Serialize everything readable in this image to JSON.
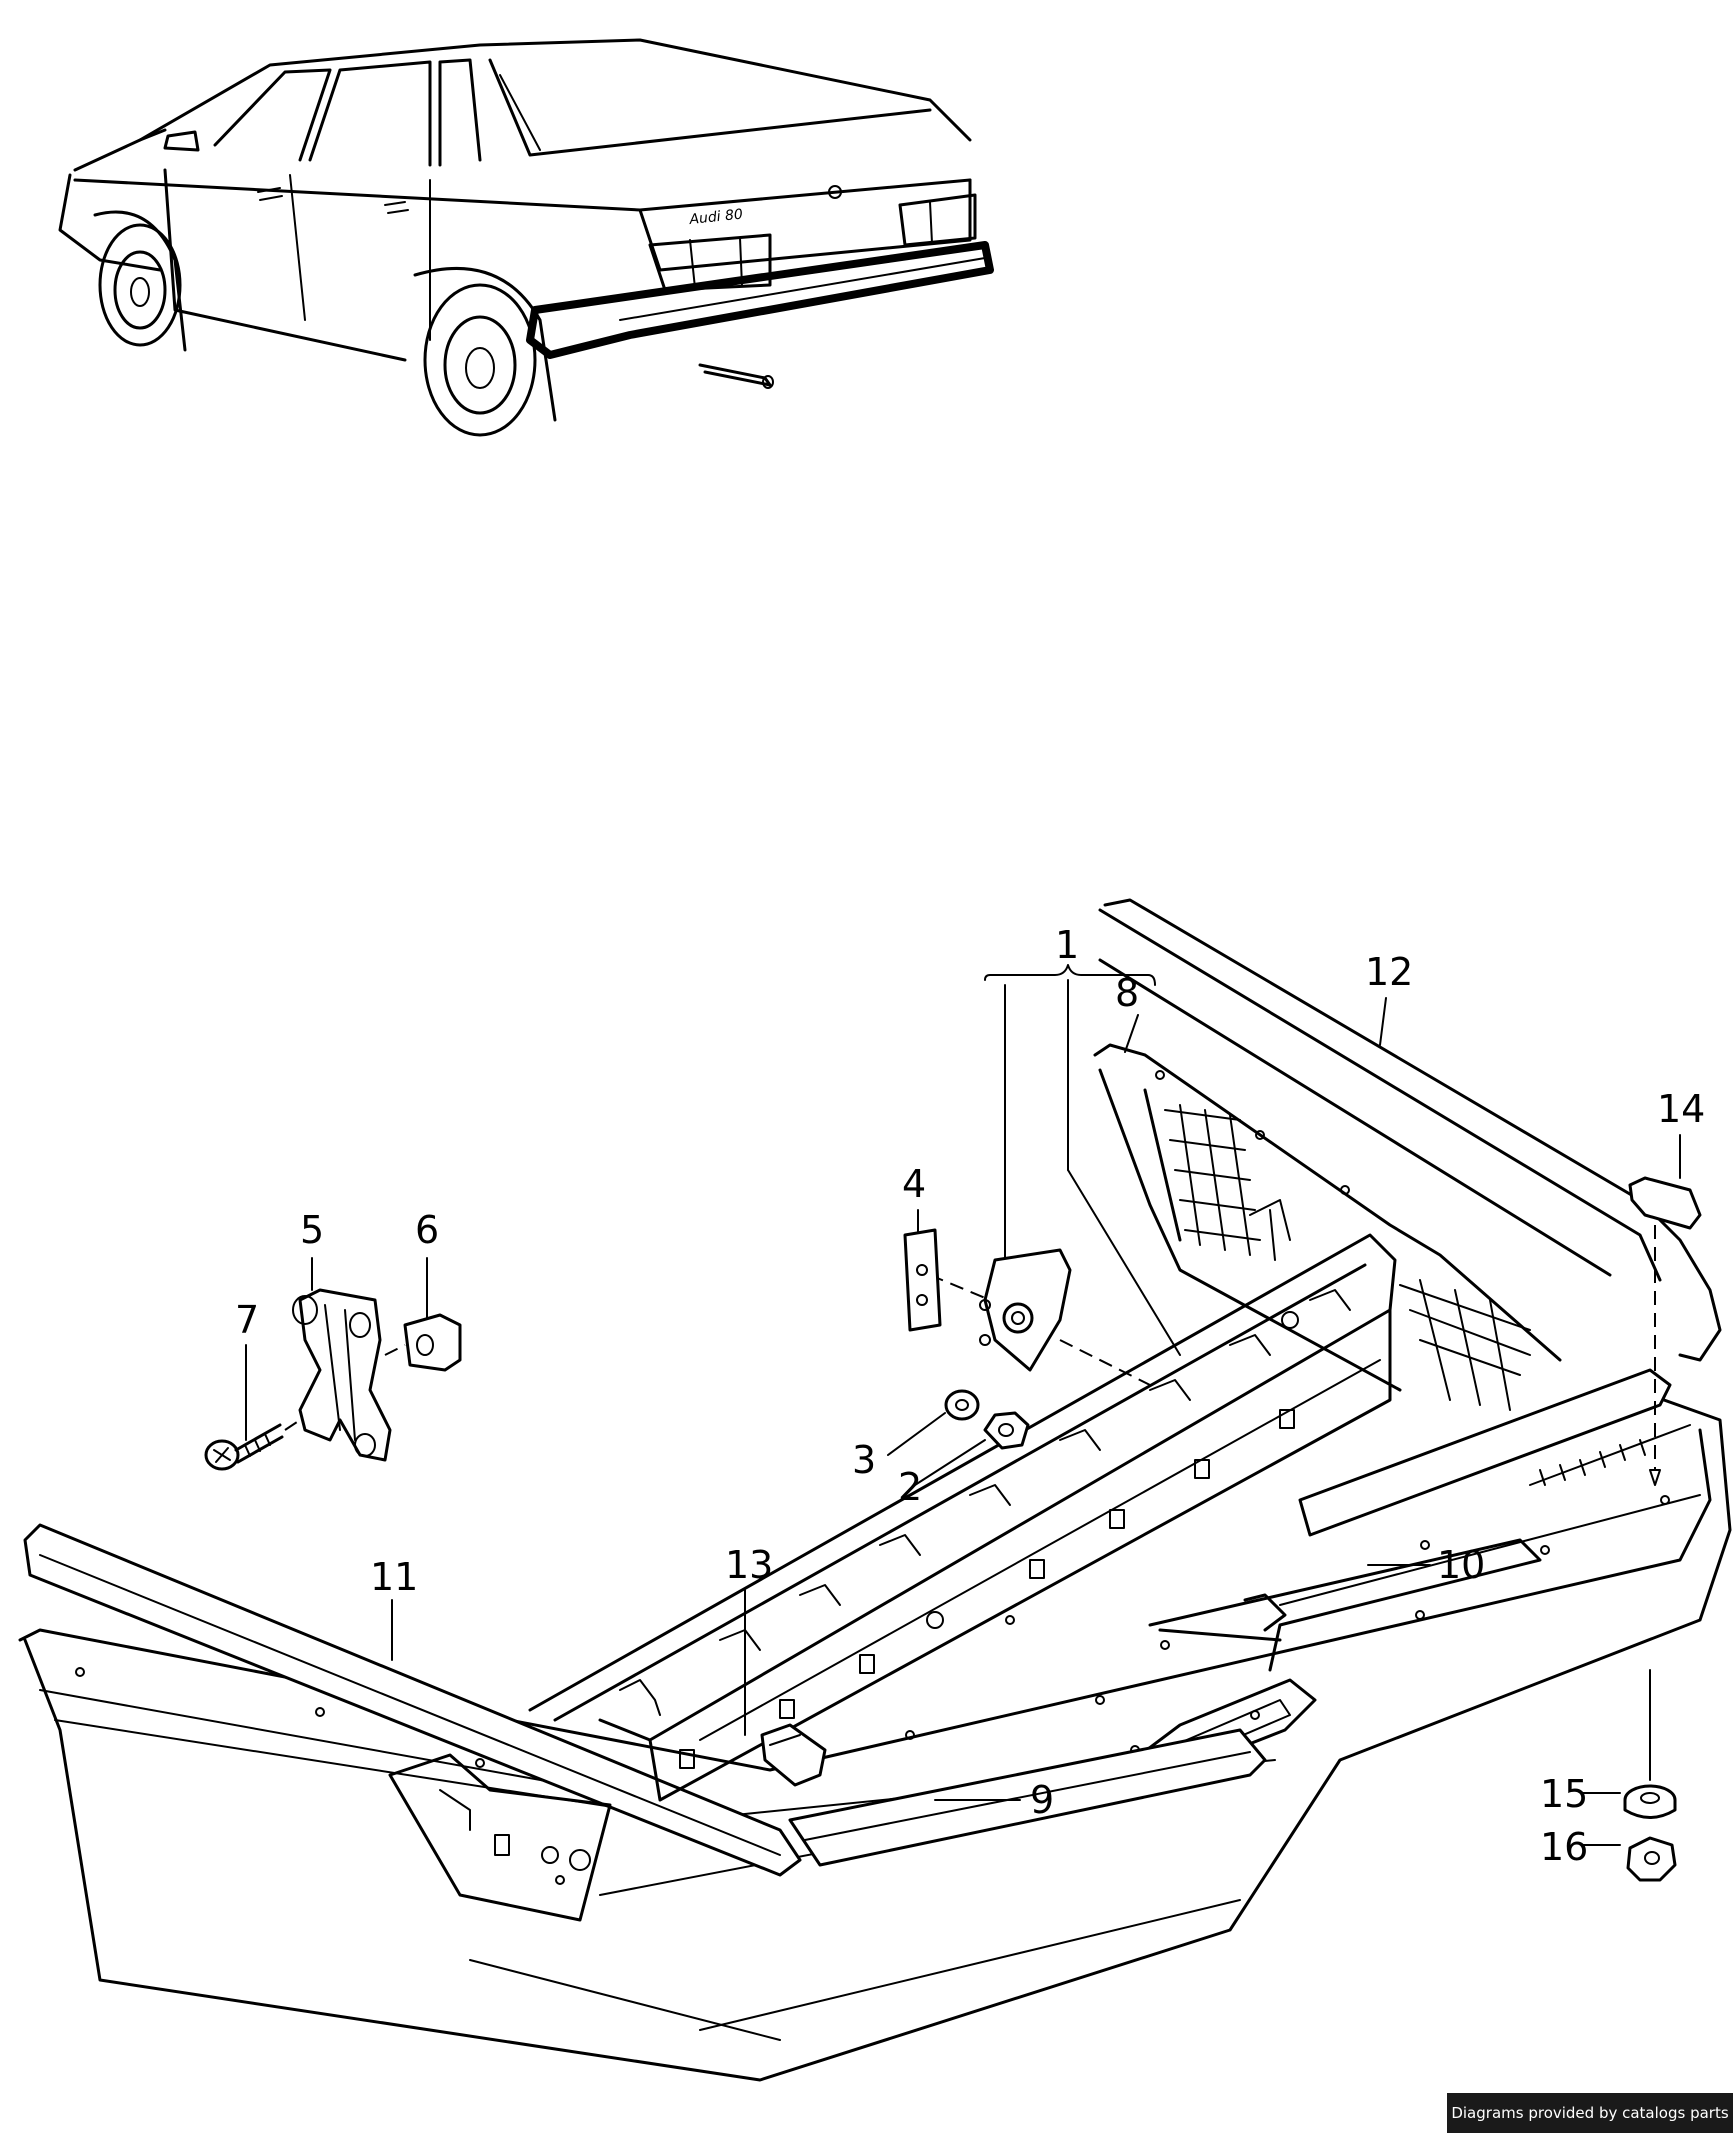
{
  "callouts": {
    "c1": "1",
    "c2": "2",
    "c3": "3",
    "c4": "4",
    "c5": "5",
    "c6": "6",
    "c7": "7",
    "c8": "8",
    "c9": "9",
    "c10": "10",
    "c11": "11",
    "c12": "12",
    "c13": "13",
    "c14": "14",
    "c15": "15",
    "c16": "16"
  },
  "car": {
    "badge_text": "Audi 80"
  },
  "credit": "Diagrams provided by catalogs parts"
}
